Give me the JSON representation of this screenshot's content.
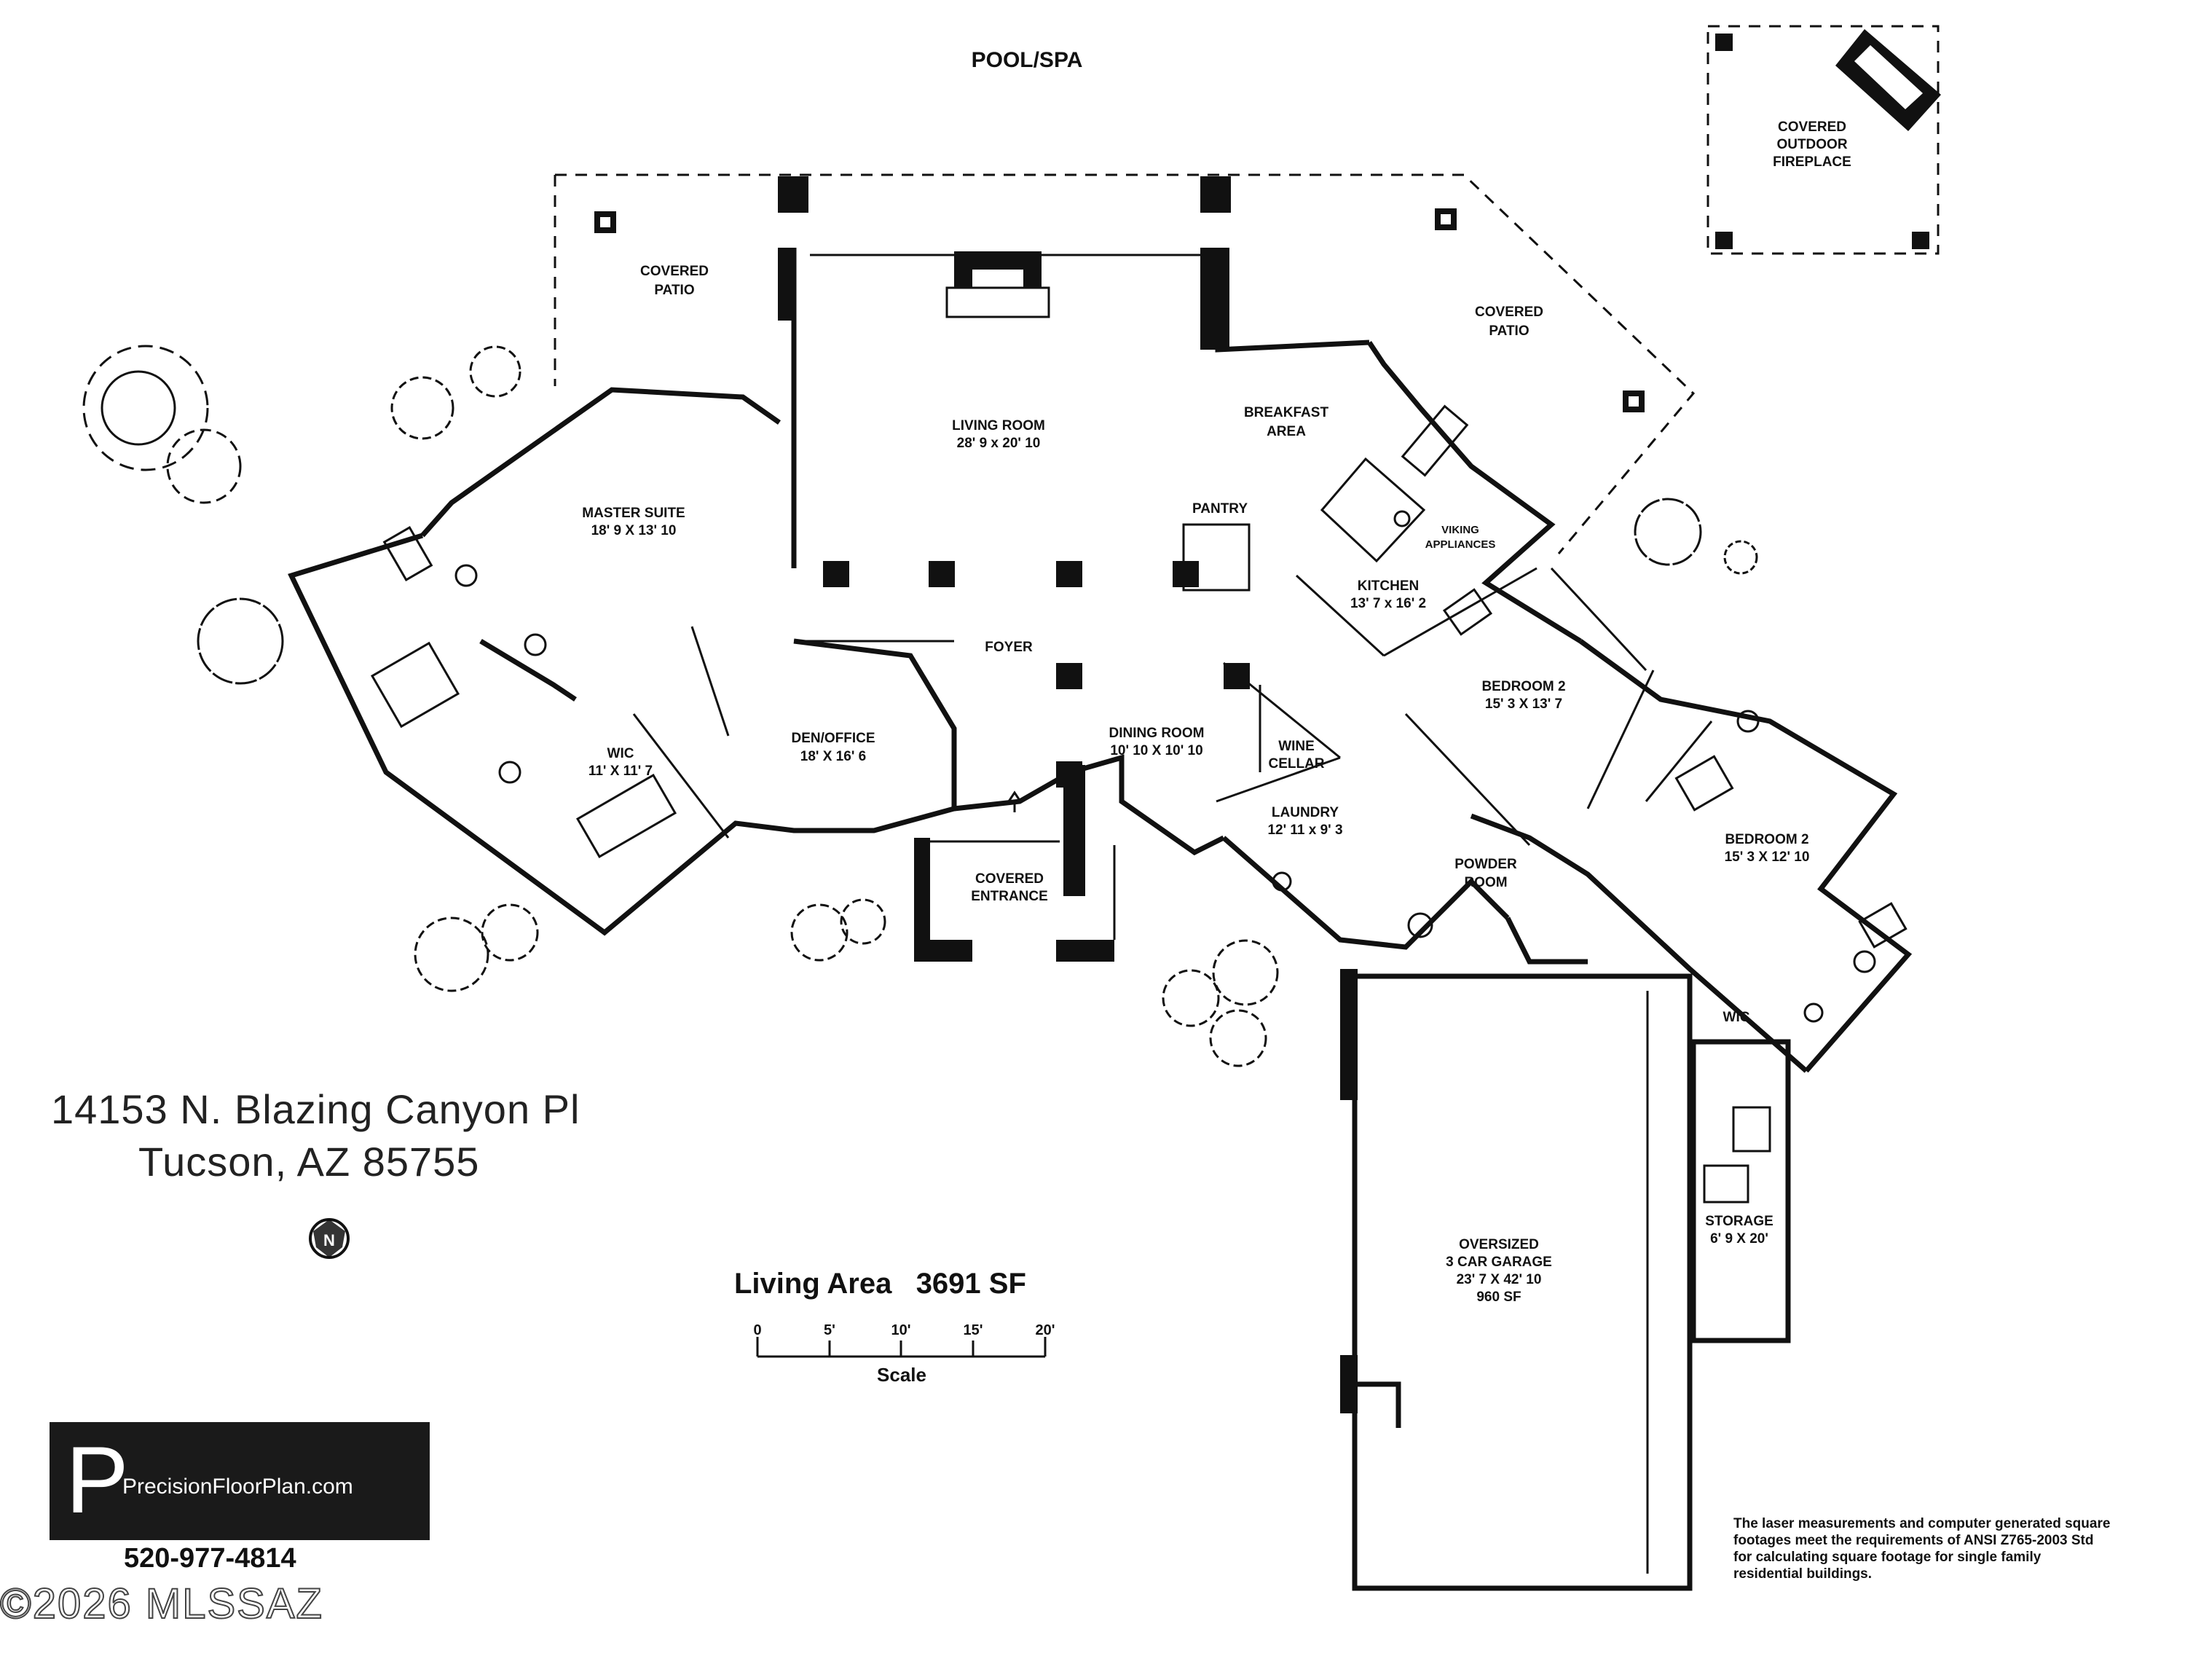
{
  "labels": {
    "pool": "POOL/SPA",
    "covered_outdoor_fireplace": [
      "COVERED",
      "OUTDOOR",
      "FIREPLACE"
    ],
    "covered_patio_left": [
      "COVERED",
      "PATIO"
    ],
    "covered_patio_right": [
      "COVERED",
      "PATIO"
    ],
    "living_room": [
      "LIVING ROOM",
      "28' 9 x 20' 10"
    ],
    "breakfast_area": [
      "BREAKFAST",
      "AREA"
    ],
    "master_suite": [
      "MASTER SUITE",
      "18' 9 X 13' 10"
    ],
    "pantry": "PANTRY",
    "viking": [
      "VIKING",
      "APPLIANCES"
    ],
    "kitchen": [
      "KITCHEN",
      "13' 7 x 16' 2"
    ],
    "foyer": "FOYER",
    "den_office": [
      "DEN/OFFICE",
      "18' X 16' 6"
    ],
    "dining_room": [
      "DINING ROOM",
      "10' 10 X 10' 10"
    ],
    "wine_cellar": [
      "WINE",
      "CELLAR"
    ],
    "wic_master": [
      "WIC",
      "11' X 11' 7"
    ],
    "bedroom2_a": [
      "BEDROOM 2",
      "15' 3 X 13' 7"
    ],
    "bedroom2_b": [
      "BEDROOM 2",
      "15' 3 X 12' 10"
    ],
    "laundry": [
      "LAUNDRY",
      "12' 11 x 9' 3"
    ],
    "powder_room": [
      "POWDER",
      "ROOM"
    ],
    "covered_entrance": [
      "COVERED",
      "ENTRANCE"
    ],
    "wic_bed": "WIC",
    "storage": [
      "STORAGE",
      "6' 9 X 20'"
    ],
    "garage": [
      "OVERSIZED",
      "3 CAR GARAGE",
      "23' 7 X 42' 10",
      "960 SF"
    ]
  },
  "address": {
    "line1": "14153 N. Blazing Canyon Pl",
    "line2": "Tucson, AZ  85755"
  },
  "compass": "N",
  "living_area": "Living Area   3691 SF",
  "scale": {
    "ticks": [
      "0",
      "5'",
      "10'",
      "15'",
      "20'"
    ],
    "label": "Scale"
  },
  "logo": {
    "letter": "P",
    "site": "PrecisionFloorPlan.com"
  },
  "phone": "520-977-4814",
  "copyright": "©2026 MLSSAZ",
  "disclaimer": "The laser measurements and computer generated square footages meet the requirements of ANSI Z765-2003 Std for calculating square footage for single family residential buildings."
}
